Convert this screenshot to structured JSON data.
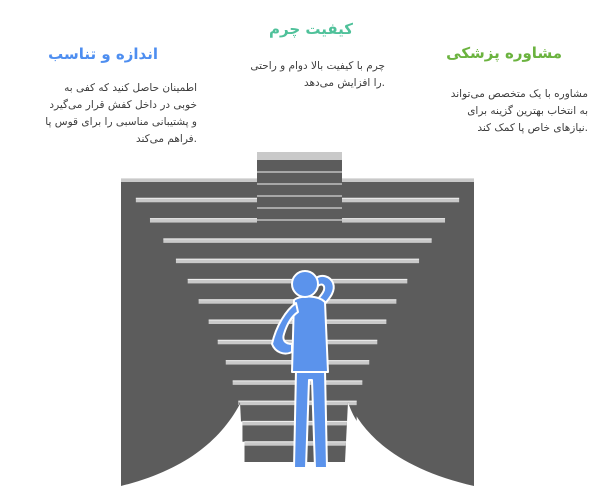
{
  "colors": {
    "quality_heading": "#4fc19a",
    "size_heading": "#4e8ef0",
    "medical_heading": "#6bb33f",
    "stair_face": "#5c5c5c",
    "stair_top": "#c9c9c9",
    "stair_edge": "#f2f2f2",
    "figure": "#5b93ec",
    "figure_outline": "#ffffff"
  },
  "sections": {
    "quality": {
      "title": "کیفیت چرم",
      "lines": [
        "چرم با کیفیت بالا دوام و راحتی",
        ".را افزایش می‌دهد"
      ]
    },
    "size": {
      "title": "اندازه و تناسب",
      "lines": [
        "اطمینان حاصل کنید که کفی به",
        "خوبی در داخل کفش قرار می‌گیرد",
        "و پشتیبانی مناسبی را برای قوس پا",
        ".فراهم می‌کند"
      ]
    },
    "medical": {
      "title": "مشاوره پزشکی",
      "lines": [
        "مشاوره با یک متخصص می‌تواند",
        "به انتخاب بهترین گزینه برای",
        ".نیازهای خاص پا کمک کند"
      ]
    }
  },
  "illustration": {
    "stairs": "stepped-funnel-staircase",
    "figure": "person-thinking-icon"
  }
}
